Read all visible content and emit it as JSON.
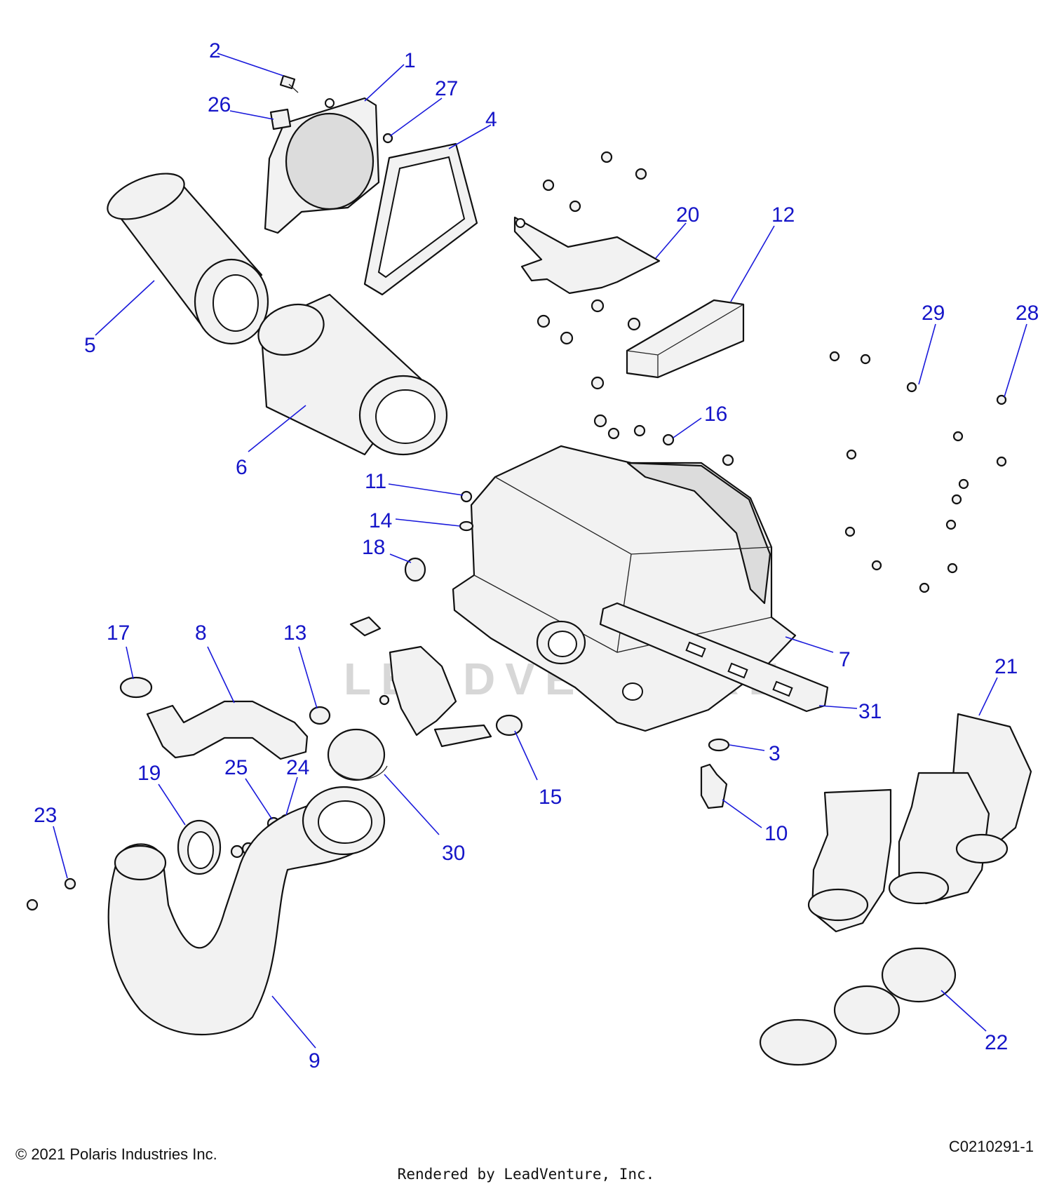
{
  "watermark": "LEADVENTURE",
  "callouts": [
    {
      "id": "1",
      "label": "1"
    },
    {
      "id": "2",
      "label": "2"
    },
    {
      "id": "3",
      "label": "3"
    },
    {
      "id": "4",
      "label": "4"
    },
    {
      "id": "5",
      "label": "5"
    },
    {
      "id": "6",
      "label": "6"
    },
    {
      "id": "7",
      "label": "7"
    },
    {
      "id": "8",
      "label": "8"
    },
    {
      "id": "9",
      "label": "9"
    },
    {
      "id": "10",
      "label": "10"
    },
    {
      "id": "11",
      "label": "11"
    },
    {
      "id": "12",
      "label": "12"
    },
    {
      "id": "13",
      "label": "13"
    },
    {
      "id": "14",
      "label": "14"
    },
    {
      "id": "15",
      "label": "15"
    },
    {
      "id": "16",
      "label": "16"
    },
    {
      "id": "17",
      "label": "17"
    },
    {
      "id": "18",
      "label": "18"
    },
    {
      "id": "19",
      "label": "19"
    },
    {
      "id": "20",
      "label": "20"
    },
    {
      "id": "21",
      "label": "21"
    },
    {
      "id": "22",
      "label": "22"
    },
    {
      "id": "23",
      "label": "23"
    },
    {
      "id": "24",
      "label": "24"
    },
    {
      "id": "25",
      "label": "25"
    },
    {
      "id": "26",
      "label": "26"
    },
    {
      "id": "27",
      "label": "27"
    },
    {
      "id": "28",
      "label": "28"
    },
    {
      "id": "29",
      "label": "29"
    },
    {
      "id": "30",
      "label": "30"
    },
    {
      "id": "31",
      "label": "31"
    }
  ],
  "footer": {
    "copyright": "© 2021 Polaris Industries Inc.",
    "drawing_code": "C0210291-1",
    "rendered_by": "Rendered by LeadVenture, Inc."
  }
}
